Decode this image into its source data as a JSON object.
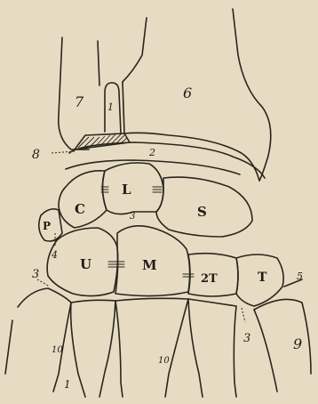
{
  "figure": {
    "labels": {
      "radius_number": "7",
      "ulna_number": "6",
      "styloid_number": "1",
      "fibrocartilage_number": "2",
      "ligament_number_upper": "3",
      "ligament_number_lower": "3",
      "pisiform_joint_number": "4",
      "joint_number_right": "5",
      "cartilage_number": "8",
      "metacarpal_number": "9",
      "interosseous_number_left": "10",
      "interosseous_number_right": "10",
      "bottom_mark": "1",
      "lunar": "L",
      "cuneiform": "C",
      "scaphoid": "S",
      "pisiform": "P",
      "unciform": "U",
      "magnum": "M",
      "trapezoid": "2T",
      "trapezium": "T"
    }
  }
}
